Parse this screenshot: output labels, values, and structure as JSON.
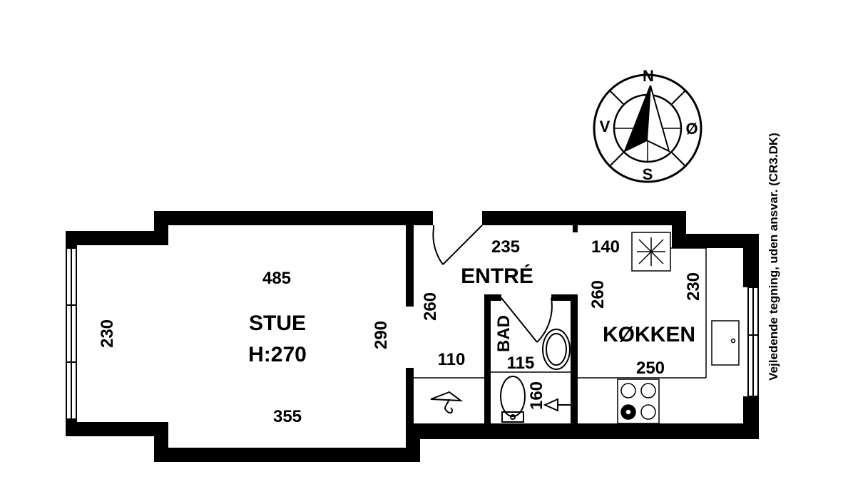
{
  "compass": {
    "north": "N",
    "east": "Ø",
    "south": "S",
    "west": "V"
  },
  "rooms": {
    "stue": {
      "name": "STUE",
      "height": "H:270"
    },
    "entre": {
      "name": "ENTRÉ"
    },
    "bad": {
      "name": "BAD"
    },
    "kokken": {
      "name": "KØKKEN"
    }
  },
  "dimensions": {
    "stue_top": "485",
    "stue_bottom": "355",
    "stue_left": "230",
    "stue_right": "290",
    "entre_top": "235",
    "entre_left": "260",
    "entre_closet": "110",
    "bad_width": "115",
    "bad_depth": "160",
    "kokken_top": "140",
    "kokken_left": "260",
    "kokken_right": "230",
    "kokken_bottom": "250"
  },
  "disclaimer": "Vejledende tegning, uden ansvar. (CR3.DK)",
  "colors": {
    "ink": "#000000",
    "paper": "#ffffff"
  }
}
